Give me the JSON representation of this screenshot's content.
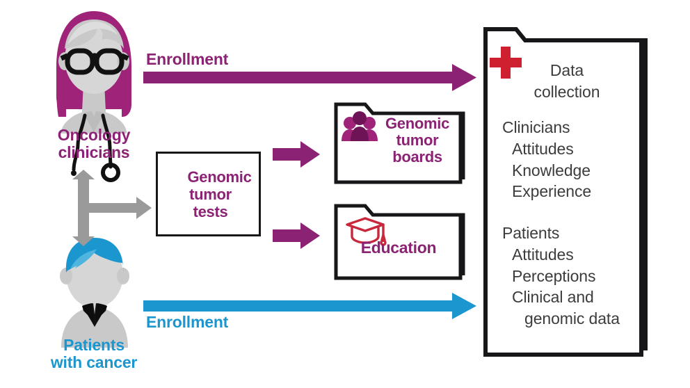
{
  "diagram": {
    "title": "Genomic tumor testing study workflow",
    "colors": {
      "purple": "#8C2273",
      "blue": "#1B96CE",
      "gray_arrow": "#9a9a9a",
      "figure_gray": "#c9c9c9",
      "text_gray": "#3c3c3c",
      "red": "#cf2030",
      "crimson": "#c8273c",
      "outline": "#17171a"
    },
    "actors": [
      {
        "name": "oncology-clinicians",
        "label_lines": [
          "Oncology",
          "clinicians"
        ],
        "label": "Oncology clinicians",
        "icon": "clinician-avatar-icon",
        "color": "#8C2273"
      },
      {
        "name": "patients-with-cancer",
        "label_lines": [
          "Patients",
          "with cancer"
        ],
        "label": "Patients with cancer",
        "icon": "patient-avatar-icon",
        "color": "#1B96CE"
      }
    ],
    "arrows": {
      "clinician_enrollment": {
        "label": "Enrollment",
        "color": "#8C2273",
        "label_position": "above"
      },
      "patient_enrollment": {
        "label": "Enrollment",
        "color": "#1B96CE",
        "label_position": "below"
      },
      "linking_arrow": {
        "name": "three-way-gray-arrow",
        "color": "#9a9a9a",
        "directions": [
          "up",
          "down",
          "right"
        ]
      },
      "tests_to_boards": {
        "color": "#8C2273"
      },
      "tests_to_education": {
        "color": "#8C2273"
      }
    },
    "tests_box": {
      "icon": "dna-helix-icon",
      "lines": [
        "Genomic",
        "tumor",
        "tests"
      ],
      "label": "Genomic tumor tests",
      "color": "#8C2273"
    },
    "folders": [
      {
        "name": "genomic-tumor-boards-folder",
        "icon": "people-group-icon",
        "lines": [
          "Genomic",
          "tumor",
          "boards"
        ],
        "label": "Genomic tumor boards",
        "color": "#8C2273"
      },
      {
        "name": "education-folder",
        "icon": "graduation-cap-icon",
        "lines": [
          "Education"
        ],
        "label": "Education",
        "color": "#8C2273"
      }
    ],
    "data_collection_panel": {
      "icon": "red-cross-icon",
      "title_lines": [
        "Data",
        "collection"
      ],
      "title": "Data collection",
      "groups": [
        {
          "heading": "Clinicians",
          "items": [
            "Attitudes",
            "Knowledge",
            "Experience"
          ]
        },
        {
          "heading": "Patients",
          "items": [
            "Attitudes",
            "Perceptions",
            "Clinical and",
            "genomic data"
          ]
        }
      ]
    }
  }
}
